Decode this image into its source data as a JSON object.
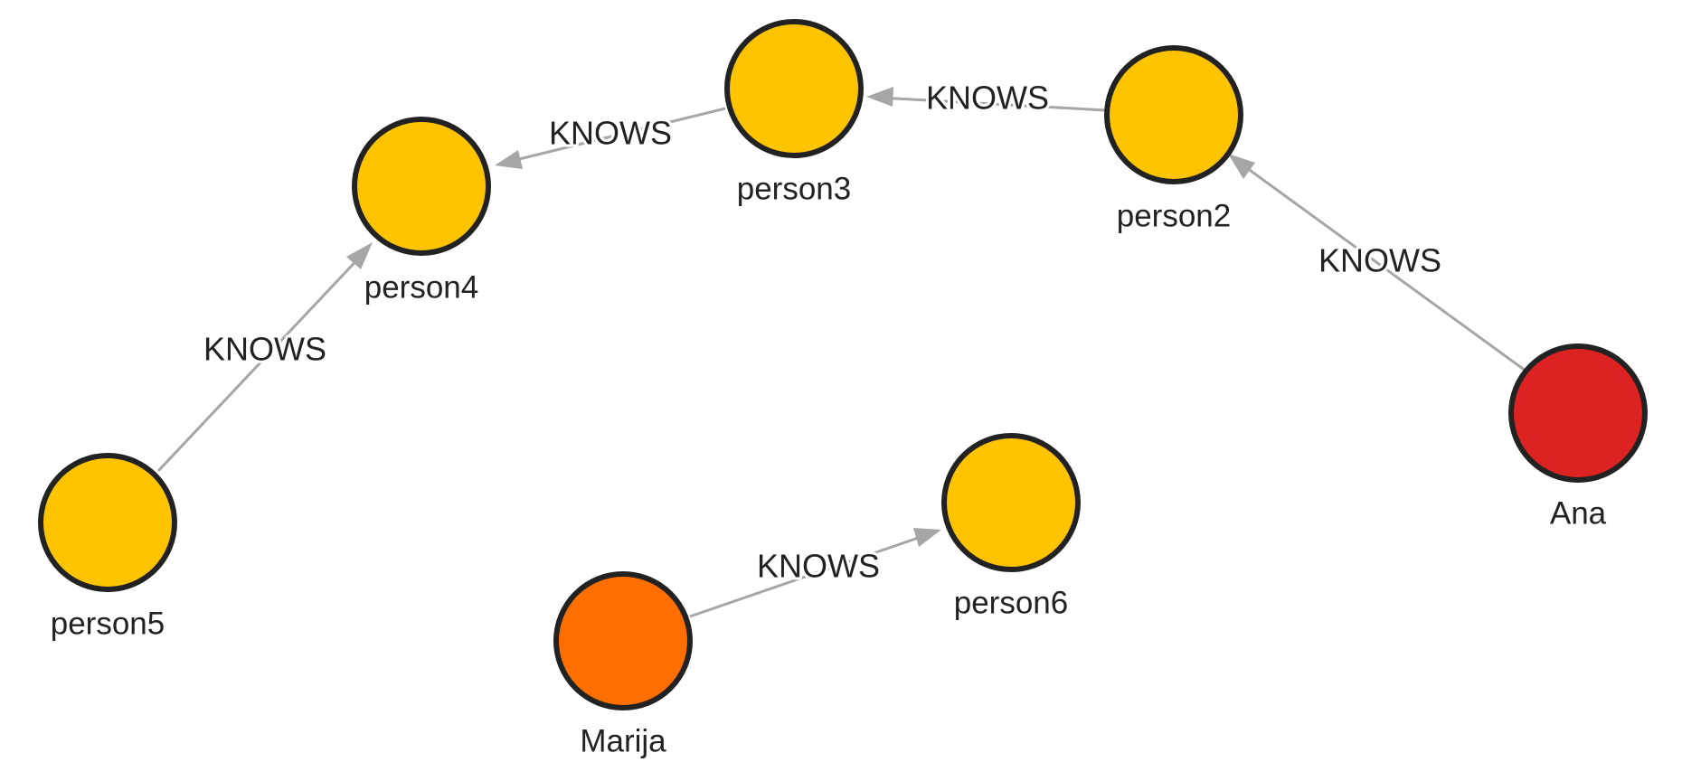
{
  "graph": {
    "nodes": [
      {
        "id": "person2",
        "label": "person2",
        "color": "#ffc400"
      },
      {
        "id": "person3",
        "label": "person3",
        "color": "#ffc400"
      },
      {
        "id": "person4",
        "label": "person4",
        "color": "#ffc400"
      },
      {
        "id": "person5",
        "label": "person5",
        "color": "#ffc400"
      },
      {
        "id": "person6",
        "label": "person6",
        "color": "#ffc400"
      },
      {
        "id": "ana",
        "label": "Ana",
        "color": "#dd2222"
      },
      {
        "id": "marija",
        "label": "Marija",
        "color": "#ff6f00"
      }
    ],
    "edges": [
      {
        "id": "ana-person2",
        "from": "ana",
        "to": "person2",
        "label": "KNOWS"
      },
      {
        "id": "person2-person3",
        "from": "person2",
        "to": "person3",
        "label": "KNOWS"
      },
      {
        "id": "person3-person4",
        "from": "person3",
        "to": "person4",
        "label": "KNOWS"
      },
      {
        "id": "person5-person4",
        "from": "person5",
        "to": "person4",
        "label": "KNOWS"
      },
      {
        "id": "marija-person6",
        "from": "marija",
        "to": "person6",
        "label": "KNOWS"
      }
    ],
    "edge_color": "#a6a6a6",
    "node_stroke_color": "#222222"
  }
}
